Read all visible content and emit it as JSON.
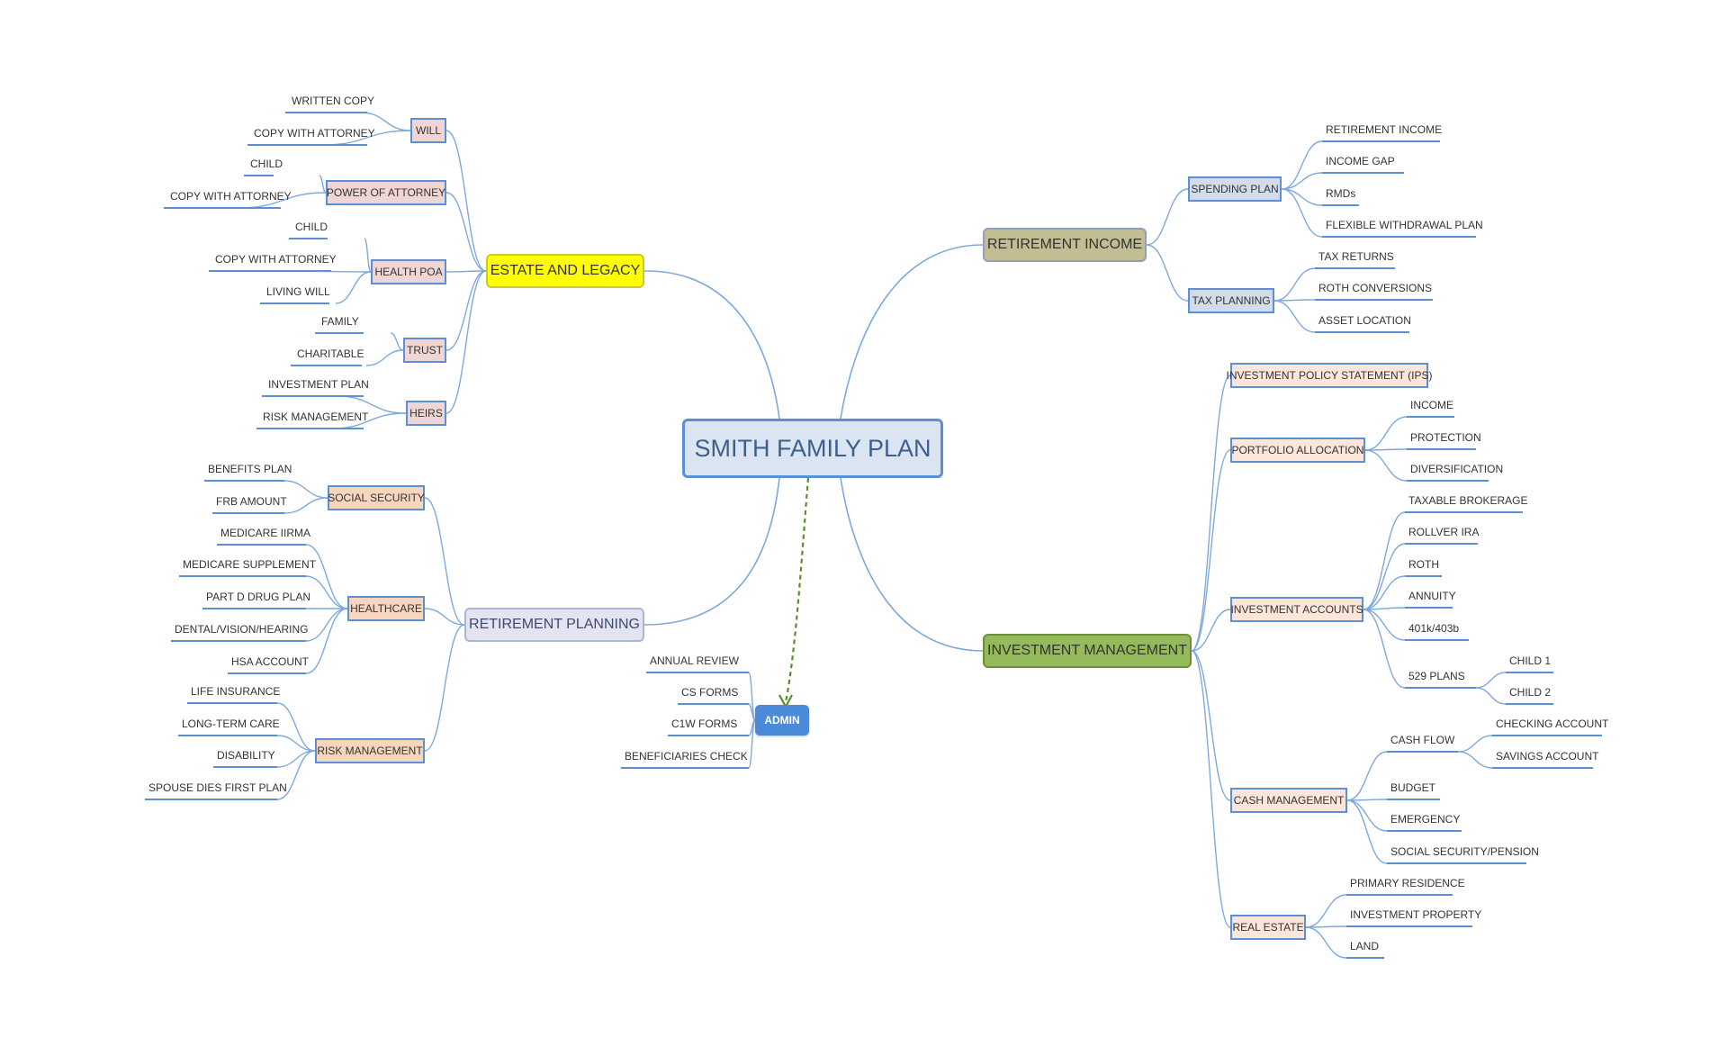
{
  "central": "SMITH FAMILY PLAN",
  "admin": {
    "title": "ADMIN",
    "items": [
      "ANNUAL REVIEW",
      "CS FORMS",
      "C1W FORMS",
      "BENEFICIARIES CHECK"
    ]
  },
  "estate": {
    "title": "ESTATE AND LEGACY",
    "will": {
      "title": "WILL",
      "items": [
        "WRITTEN COPY",
        "COPY WITH ATTORNEY"
      ]
    },
    "poa": {
      "title": "POWER OF ATTORNEY",
      "items": [
        "CHILD",
        "COPY WITH ATTORNEY"
      ]
    },
    "hpoa": {
      "title": "HEALTH POA",
      "items": [
        "CHILD",
        "COPY WITH ATTORNEY",
        "LIVING WILL"
      ]
    },
    "trust": {
      "title": "TRUST",
      "items": [
        "FAMILY",
        "CHARITABLE"
      ]
    },
    "heirs": {
      "title": "HEIRS",
      "items": [
        "INVESTMENT PLAN",
        "RISK MANAGEMENT"
      ]
    }
  },
  "retplan": {
    "title": "RETIREMENT PLANNING",
    "ss": {
      "title": "SOCIAL SECURITY",
      "items": [
        "BENEFITS PLAN",
        "FRB AMOUNT"
      ]
    },
    "hc": {
      "title": "HEALTHCARE",
      "items": [
        "MEDICARE IIRMA",
        "MEDICARE SUPPLEMENT",
        "PART D DRUG PLAN",
        "DENTAL/VISION/HEARING",
        "HSA ACCOUNT"
      ]
    },
    "rm": {
      "title": "RISK MANAGEMENT",
      "items": [
        "LIFE INSURANCE",
        "LONG-TERM CARE",
        "DISABILITY",
        "SPOUSE DIES FIRST PLAN"
      ]
    }
  },
  "retinc": {
    "title": "RETIREMENT INCOME",
    "spend": {
      "title": "SPENDING PLAN",
      "items": [
        "RETIREMENT INCOME",
        "INCOME GAP",
        "RMDs",
        "FLEXIBLE WITHDRAWAL PLAN"
      ]
    },
    "tax": {
      "title": "TAX PLANNING",
      "items": [
        "TAX RETURNS",
        "ROTH CONVERSIONS",
        "ASSET LOCATION"
      ]
    }
  },
  "invmgmt": {
    "title": "INVESTMENT MANAGEMENT",
    "ips": {
      "title": "INVESTMENT POLICY STATEMENT (IPS)"
    },
    "pa": {
      "title": "PORTFOLIO ALLOCATION",
      "items": [
        "INCOME",
        "PROTECTION",
        "DIVERSIFICATION"
      ]
    },
    "ia": {
      "title": "INVESTMENT ACCOUNTS",
      "items": [
        "TAXABLE BROKERAGE",
        "ROLLVER IRA",
        "ROTH",
        "ANNUITY",
        "401k/403b",
        "529 PLANS"
      ],
      "plans529": [
        "CHILD 1",
        "CHILD 2"
      ]
    },
    "cm": {
      "title": "CASH MANAGEMENT",
      "items": [
        "CASH FLOW",
        "BUDGET",
        "EMERGENCY",
        "SOCIAL SECURITY/PENSION"
      ],
      "cashflow": [
        "CHECKING ACCOUNT",
        "SAVINGS ACCOUNT"
      ]
    },
    "re": {
      "title": "REAL ESTATE",
      "items": [
        "PRIMARY RESIDENCE",
        "INVESTMENT PROPERTY",
        "LAND"
      ]
    }
  },
  "colors": {
    "line": "#7ea9dd",
    "estate": "#ffff00",
    "retirement_planning": "#e3e3f2",
    "retirement_income": "#c3bd93",
    "investment_management": "#95ba5a",
    "admin": "#4a8ad8",
    "admin_arrow": "#5f8b2c"
  }
}
